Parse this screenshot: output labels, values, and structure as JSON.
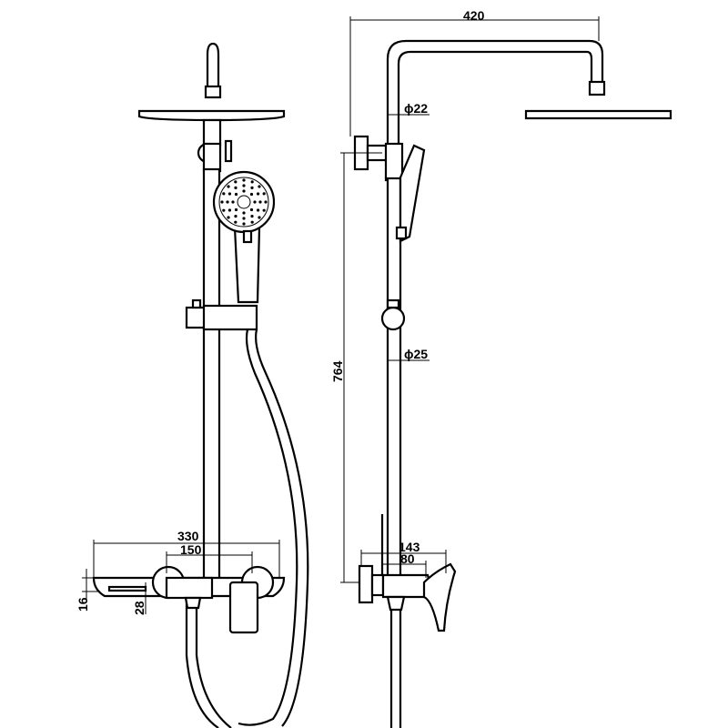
{
  "dimensions": {
    "top_width": "420",
    "arm_diameter": "ϕ22",
    "rail_diameter": "ϕ25",
    "height": "764",
    "valve_width": "330",
    "valve_centers": "150",
    "valve_depth": "143",
    "valve_offset": "80",
    "wall_gap": "16",
    "outlet_height": "28"
  }
}
